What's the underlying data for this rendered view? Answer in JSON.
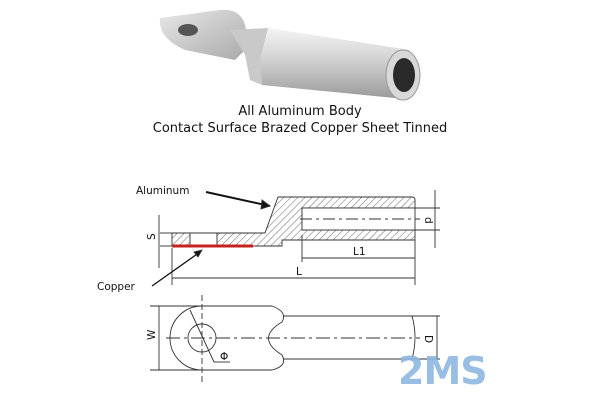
{
  "caption": {
    "line1": "All Aluminum Body",
    "line2": "Contact Surface Brazed Copper Sheet Tinned"
  },
  "labels": {
    "aluminum": "Aluminum",
    "copper": "Copper",
    "s": "S",
    "d": "d",
    "l1": "L1",
    "l": "L",
    "w": "W",
    "phi": "Φ",
    "D": "D"
  },
  "logo": {
    "text": "2MS",
    "color": "#8fb8e0"
  },
  "colors": {
    "copper": "#c8201e",
    "line": "#333333"
  }
}
